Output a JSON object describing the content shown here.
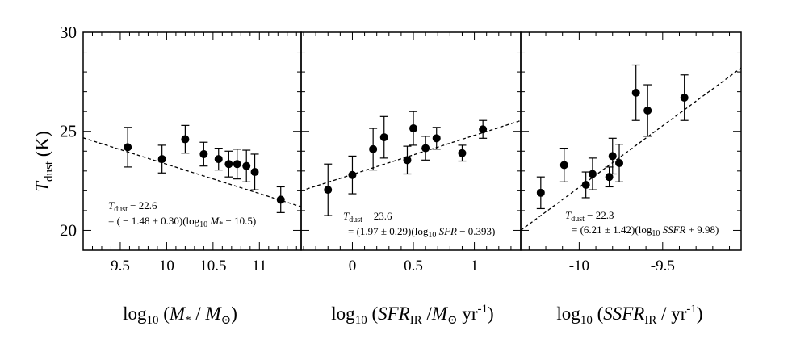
{
  "chart_data": [
    {
      "type": "scatter",
      "xlabel": "log10 (M* / M⊙)",
      "ylabel": "T_dust (K)",
      "xlim": [
        9.1,
        11.45
      ],
      "ylim": [
        19,
        30
      ],
      "xticks": [
        "9.5",
        "10",
        "10.5",
        "11"
      ],
      "xtick_values": [
        9.5,
        10,
        10.5,
        11
      ],
      "yticks": [
        "20",
        "25",
        "30"
      ],
      "ytick_values": [
        20,
        25,
        30
      ],
      "x": [
        9.58,
        9.95,
        10.2,
        10.4,
        10.56,
        10.67,
        10.76,
        10.86,
        10.95,
        11.23
      ],
      "y": [
        24.2,
        23.6,
        24.6,
        23.85,
        23.6,
        23.35,
        23.35,
        23.25,
        22.95,
        21.55
      ],
      "yerr": [
        1.0,
        0.7,
        0.7,
        0.6,
        0.55,
        0.65,
        0.75,
        0.8,
        0.9,
        0.65
      ],
      "fit": {
        "slope": -1.48,
        "x0": 10.5,
        "y0": 22.6
      },
      "annotation": [
        "T_dust − 22.6",
        "= ( − 1.48 ± 0.30)(log10 M* − 10.5)"
      ]
    },
    {
      "type": "scatter",
      "xlabel": "log10 (SFR_IR /M⊙ yr^-1)",
      "xlim": [
        -0.42,
        1.38
      ],
      "ylim": [
        19,
        30
      ],
      "xticks": [
        "0",
        "0.5",
        "1"
      ],
      "xtick_values": [
        0,
        0.5,
        1
      ],
      "x": [
        -0.2,
        0.0,
        0.17,
        0.26,
        0.45,
        0.5,
        0.6,
        0.69,
        0.9,
        1.07
      ],
      "y": [
        22.05,
        22.8,
        24.1,
        24.7,
        23.55,
        25.15,
        24.15,
        24.65,
        23.9,
        25.1
      ],
      "yerr": [
        1.3,
        0.95,
        1.05,
        1.05,
        0.7,
        0.85,
        0.6,
        0.55,
        0.4,
        0.45
      ],
      "fit": {
        "slope": 1.97,
        "x0": 0.393,
        "y0": 23.6
      },
      "annotation": [
        "T_dust − 23.6",
        "= (1.97 ± 0.29)(log10 SFR − 0.393)"
      ]
    },
    {
      "type": "scatter",
      "xlabel": "log10 (SSFR_IR / yr^-1)",
      "xlim": [
        -10.35,
        -9.03
      ],
      "ylim": [
        19,
        30
      ],
      "xticks": [
        "-10",
        "-9.5"
      ],
      "xtick_values": [
        -10,
        -9.5
      ],
      "x": [
        -10.23,
        -10.09,
        -9.96,
        -9.92,
        -9.82,
        -9.8,
        -9.76,
        -9.66,
        -9.59,
        -9.37
      ],
      "y": [
        21.9,
        23.3,
        22.3,
        22.85,
        22.7,
        23.75,
        23.4,
        26.95,
        26.05,
        26.7
      ],
      "yerr": [
        0.8,
        0.85,
        0.65,
        0.8,
        0.5,
        0.9,
        0.95,
        1.4,
        1.3,
        1.15
      ],
      "fit": {
        "slope": 6.21,
        "x0": -9.98,
        "y0": 22.3
      },
      "annotation": [
        "T_dust − 22.3",
        "= (6.21 ± 1.42)(log10 SSFR + 9.98)"
      ]
    }
  ]
}
